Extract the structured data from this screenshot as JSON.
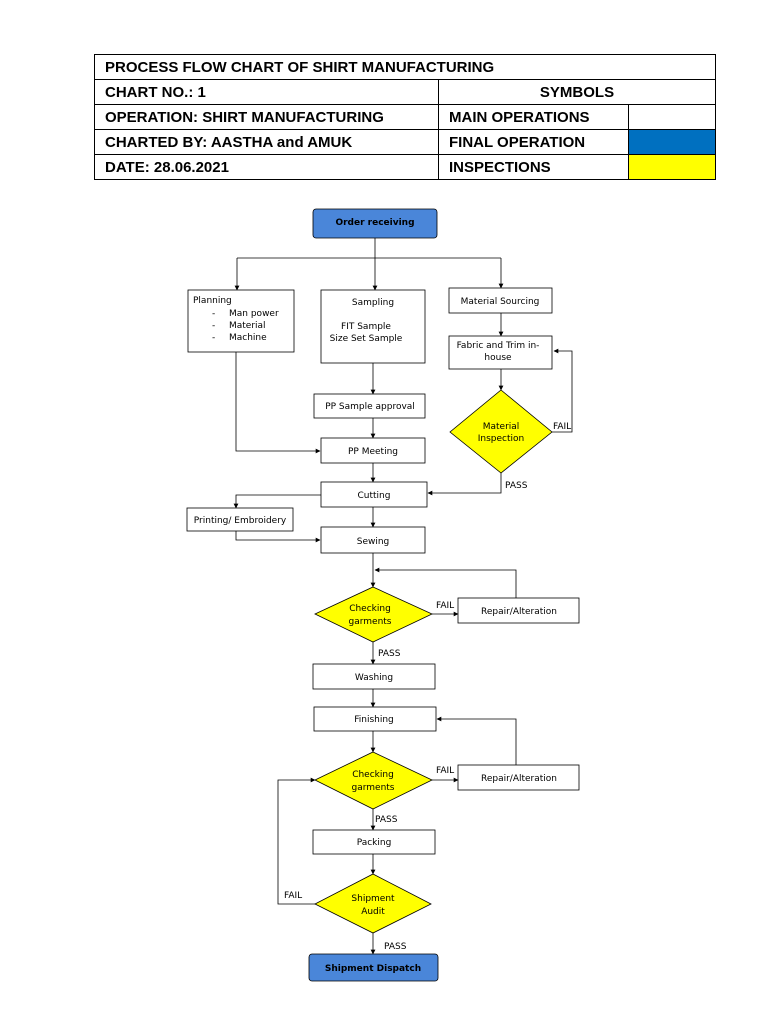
{
  "header": {
    "title": "PROCESS FLOW CHART OF SHIRT MANUFACTURING",
    "chart_no": "CHART NO.: 1",
    "symbols_label": "SYMBOLS",
    "operation": "OPERATION: SHIRT MANUFACTURING",
    "charted_by": "CHARTED BY: AASTHA and AMUK",
    "date": "DATE: 28.06.2021",
    "legend": [
      {
        "label": "MAIN OPERATIONS",
        "color": "#ffffff"
      },
      {
        "label": "FINAL OPERATION",
        "color": "#0070c0"
      },
      {
        "label": "INSPECTIONS",
        "color": "#ffff00"
      }
    ]
  },
  "colors": {
    "terminal": "#4a86d9",
    "inspection": "#ffff00",
    "operation": "#ffffff"
  },
  "flowchart": {
    "nodes": {
      "order_receiving": "Order receiving",
      "planning": {
        "title": "Planning",
        "items": [
          "Man power",
          "Material",
          "Machine"
        ]
      },
      "sampling": {
        "title": "Sampling",
        "lines": [
          "FIT Sample",
          "Size Set Sample"
        ]
      },
      "material_sourcing": "Material Sourcing",
      "fabric_trim": [
        "Fabric and Trim in-",
        "house"
      ],
      "material_inspection": [
        "Material",
        "Inspection"
      ],
      "pp_sample_approval": "PP Sample approval",
      "pp_meeting": "PP Meeting",
      "cutting": "Cutting",
      "printing_embroidery": "Printing/ Embroidery",
      "sewing": "Sewing",
      "checking_garments_1": [
        "Checking",
        "garments"
      ],
      "repair_alteration_1": "Repair/Alteration",
      "washing": "Washing",
      "finishing": "Finishing",
      "checking_garments_2": [
        "Checking",
        "garments"
      ],
      "repair_alteration_2": "Repair/Alteration",
      "packing": "Packing",
      "shipment_audit": [
        "Shipment",
        "Audit"
      ],
      "shipment_dispatch": "Shipment Dispatch"
    },
    "edge_labels": {
      "fail": "FAIL",
      "pass": "PASS",
      "bullet": "-"
    }
  }
}
